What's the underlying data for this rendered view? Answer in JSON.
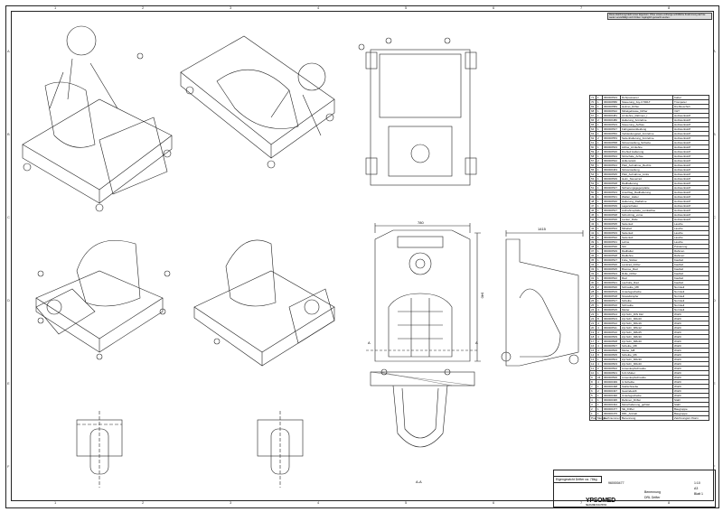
{
  "note": "Diese Zeichnung bleibt unser Eigentum. Ohne unsere vorherige schriftliche Zustimmung darf sie weder vervielfältigt noch Dritten zugänglich gemacht werden.",
  "zones_top": [
    "1",
    "2",
    "3",
    "4",
    "5",
    "6",
    "7",
    "8"
  ],
  "zones_side": [
    "A",
    "B",
    "C",
    "D",
    "E",
    "F"
  ],
  "dimensions": {
    "width": "780",
    "length": "1415",
    "height": "940",
    "section_mark": "A",
    "section_label": "A-A"
  },
  "weight_note": "Eigengewicht Drifter ca. 78kg",
  "parts_header": [
    "Pos.",
    "Menge",
    "Sachnummer",
    "Benennung",
    "Zeichnungsnr./Norm"
  ],
  "parts": [
    [
      "71",
      "1",
      "960000543",
      "Rohrpassener",
      "Kabel"
    ],
    [
      "70",
      "1",
      "960000580",
      "Steuerung_Joy-C700LT",
      "Trompeter"
    ],
    [
      "69",
      "1",
      "960000584",
      "Helmet_Drifter",
      "Drehbeschuh"
    ],
    [
      "68",
      "1",
      "960000542",
      "Mittelgehäuse_Drifter",
      "VHT"
    ],
    [
      "67",
      "1",
      "960000481",
      "Armlehne_Rahmen_I",
      "Holzwerkstoff"
    ],
    [
      "66",
      "2",
      "960000480",
      "Halterung_Armlehne",
      "Holzwerkstoff"
    ],
    [
      "65",
      "1",
      "960000523",
      "Steuerung_Aufbau",
      "Holzwerkstoff"
    ],
    [
      "64",
      "1",
      "960000547",
      "Fahrgastverkleidung",
      "Holzwerkstoff"
    ],
    [
      "63",
      "1",
      "960000552",
      "Verkleidungsteil_Armlehne",
      "Holzwerkstoff"
    ],
    [
      "62",
      "2",
      "960000553",
      "Seitenhalterung_Armlehne",
      "Holzwerkstoff"
    ],
    [
      "61",
      "1",
      "960000558",
      "Sitzverstellung_Schiebe",
      "Holzwerkstoff"
    ],
    [
      "60",
      "1",
      "960000543",
      "Achse_Armlehne",
      "Holzwerkstoff"
    ],
    [
      "59",
      "2",
      "960000546",
      "Drehteil Halterung",
      "Holzwerkstoff"
    ],
    [
      "58",
      "1",
      "960000544",
      "Sitzschale_Achse",
      "Holzwerkstoff"
    ],
    [
      "57",
      "2",
      "960000542",
      "Hüllenstück",
      "Holzwerkstoff"
    ],
    [
      "56",
      "1",
      "960000544",
      "Platt_Aufnahme_Rechts",
      "Holzwerkstoff"
    ],
    [
      "55",
      "1",
      "960000463",
      "Sitzverstellung",
      "Holzwerkstoff"
    ],
    [
      "54",
      "1",
      "960000545",
      "Platt_Aufnahme_Links",
      "Holzwerkstoff"
    ],
    [
      "53",
      "1",
      "960000549",
      "Helm_Steuerrad",
      "Holzwerkstoff"
    ],
    [
      "52",
      "1",
      "960000548",
      "Radhalterung",
      "Holzwerkstoff"
    ],
    [
      "51",
      "1",
      "960000547",
      "Sicherungsgegenplatte",
      "Holzwerkstoff"
    ],
    [
      "50",
      "1",
      "960000543",
      "Anschlag_Radhalterung",
      "Holzwerkstoff"
    ],
    [
      "49",
      "1",
      "960000541",
      "Wellen_Halter",
      "Holzwerkstoff"
    ],
    [
      "48",
      "1",
      "960000540",
      "Halterung_Radlehne",
      "Holzwerkstoff"
    ],
    [
      "47",
      "1",
      "960000539",
      "Lagerschalen",
      "Holzwerkstoff"
    ],
    [
      "46",
      "1",
      "960000537",
      "Aufnahmeplatte_Lenkachse",
      "Holzwerkstoff"
    ],
    [
      "45",
      "1",
      "960000538",
      "Schutzring_vorne",
      "Holzwerkstoff"
    ],
    [
      "44",
      "1",
      "960000536",
      "Lenker_Rolle",
      "Holzwerkstoff"
    ],
    [
      "43",
      "1",
      "960000535",
      "Seitenteil",
      "Lasche"
    ],
    [
      "42",
      "1",
      "960000534",
      "Mittelteil",
      "Lasche"
    ],
    [
      "41",
      "1",
      "960000533",
      "Seitenteil",
      "Lasche"
    ],
    [
      "40",
      "1",
      "960000532",
      "Seitenteil",
      "Lasche"
    ],
    [
      "39",
      "1",
      "960000531",
      "Lehne",
      "Lasche"
    ],
    [
      "38",
      "1",
      "960000530",
      "Sitz",
      "Polsterung"
    ],
    [
      "37",
      "1",
      "960000529",
      "Radhalter",
      "Rahmen"
    ],
    [
      "36",
      "1",
      "960000528",
      "Radlehne",
      "Rahmen"
    ],
    [
      "35",
      "1",
      "960000527",
      "Folie_Sticker",
      "Kaufteil"
    ],
    [
      "34",
      "1",
      "960000526",
      "Lenkrad_Drifter",
      "Kaufteil"
    ],
    [
      "33",
      "1",
      "960000525",
      "Bremse_Rad",
      "Kaufteil"
    ],
    [
      "32",
      "1",
      "960000524",
      "Rolle_Drifter",
      "Kaufteil"
    ],
    [
      "31",
      "1",
      "960000522",
      "Rad",
      "Kaufteil"
    ],
    [
      "30",
      "1",
      "960000521",
      "Laufrolle_Rad",
      "Kaufteil"
    ],
    [
      "29",
      "2",
      "960000520",
      "Schraube_M8",
      "Normteil"
    ],
    [
      "28",
      "1",
      "960000519",
      "Unterlegscheibe",
      "Normteil"
    ],
    [
      "27",
      "1",
      "960000518",
      "Stossdämpfer",
      "Normteil"
    ],
    [
      "26",
      "1",
      "960000517",
      "Scheibe",
      "Normteil"
    ],
    [
      "25",
      "1",
      "960000516",
      "Schraube",
      "Normteil"
    ],
    [
      "24",
      "4",
      "960000515",
      "Mutter",
      "Normteil"
    ],
    [
      "23",
      "1",
      "960000514",
      "Zyl-Schr_DIN 912",
      "Würth"
    ],
    [
      "22",
      "8",
      "960000513",
      "Zyl-Schr_M6x20",
      "Würth"
    ],
    [
      "21",
      "4",
      "960000512",
      "Zyl-Schr_M6x16",
      "Würth"
    ],
    [
      "20",
      "4",
      "960000511",
      "Zyl-Schr_M5x12",
      "Würth"
    ],
    [
      "19",
      "4",
      "960000510",
      "Zyl-Schr_M8x25",
      "Würth"
    ],
    [
      "18",
      "4",
      "960000509",
      "Zyl-Schr_M8x30",
      "Würth"
    ],
    [
      "17",
      "4",
      "960000508",
      "Zyl-Schr_M8x40",
      "Würth"
    ],
    [
      "16",
      "4",
      "960000507",
      "Scheibe_M8",
      "Würth"
    ],
    [
      "15",
      "4",
      "960000506",
      "Mutter_M8",
      "Würth"
    ],
    [
      "14",
      "8",
      "960000505",
      "Scheibe_M6",
      "Würth"
    ],
    [
      "13",
      "1",
      "960000504",
      "Zyl-Schr_M6x30",
      "Würth"
    ],
    [
      "12",
      "4",
      "960000503",
      "Zyl-Schr_M6x40",
      "Würth"
    ],
    [
      "11",
      "2",
      "960000502",
      "Linsenkopfschraube",
      "Würth"
    ],
    [
      "10",
      "1",
      "960000501",
      "6-Kt Mutter",
      "Würth"
    ],
    [
      "9",
      "24",
      "960000500",
      "Linsenkopfschraube",
      "Würth"
    ],
    [
      "8",
      "4",
      "960000499",
      "U-Scheibe",
      "Würth"
    ],
    [
      "7",
      "1",
      "960000498",
      "Stellschraube",
      "Würth"
    ],
    [
      "6",
      "2",
      "960000497",
      "Gewindestift",
      "Würth"
    ],
    [
      "5",
      "1",
      "960000496",
      "Unterlegscheibe",
      "Würth"
    ],
    [
      "4",
      "1",
      "960000495",
      "Rahmen_Drifter",
      "Stahl"
    ],
    [
      "3",
      "1",
      "960000494",
      "Motorhalterung_gefräst",
      "Stahl"
    ],
    [
      "2",
      "1",
      "960000477",
      "SE_Drifter",
      "Baugruppe"
    ],
    [
      "1",
      "1",
      "960000476",
      "DRL_Antrieb",
      "Baugruppe"
    ]
  ],
  "title_block": {
    "company": "YPSOMED",
    "company_sub": "SELFCARE SOLUTIONS",
    "drawing_number": "960000477",
    "name_label": "Benennung",
    "name": "DRL Drifter",
    "sheet": "Blatt 1",
    "scale": "1:10",
    "format": "A3"
  }
}
